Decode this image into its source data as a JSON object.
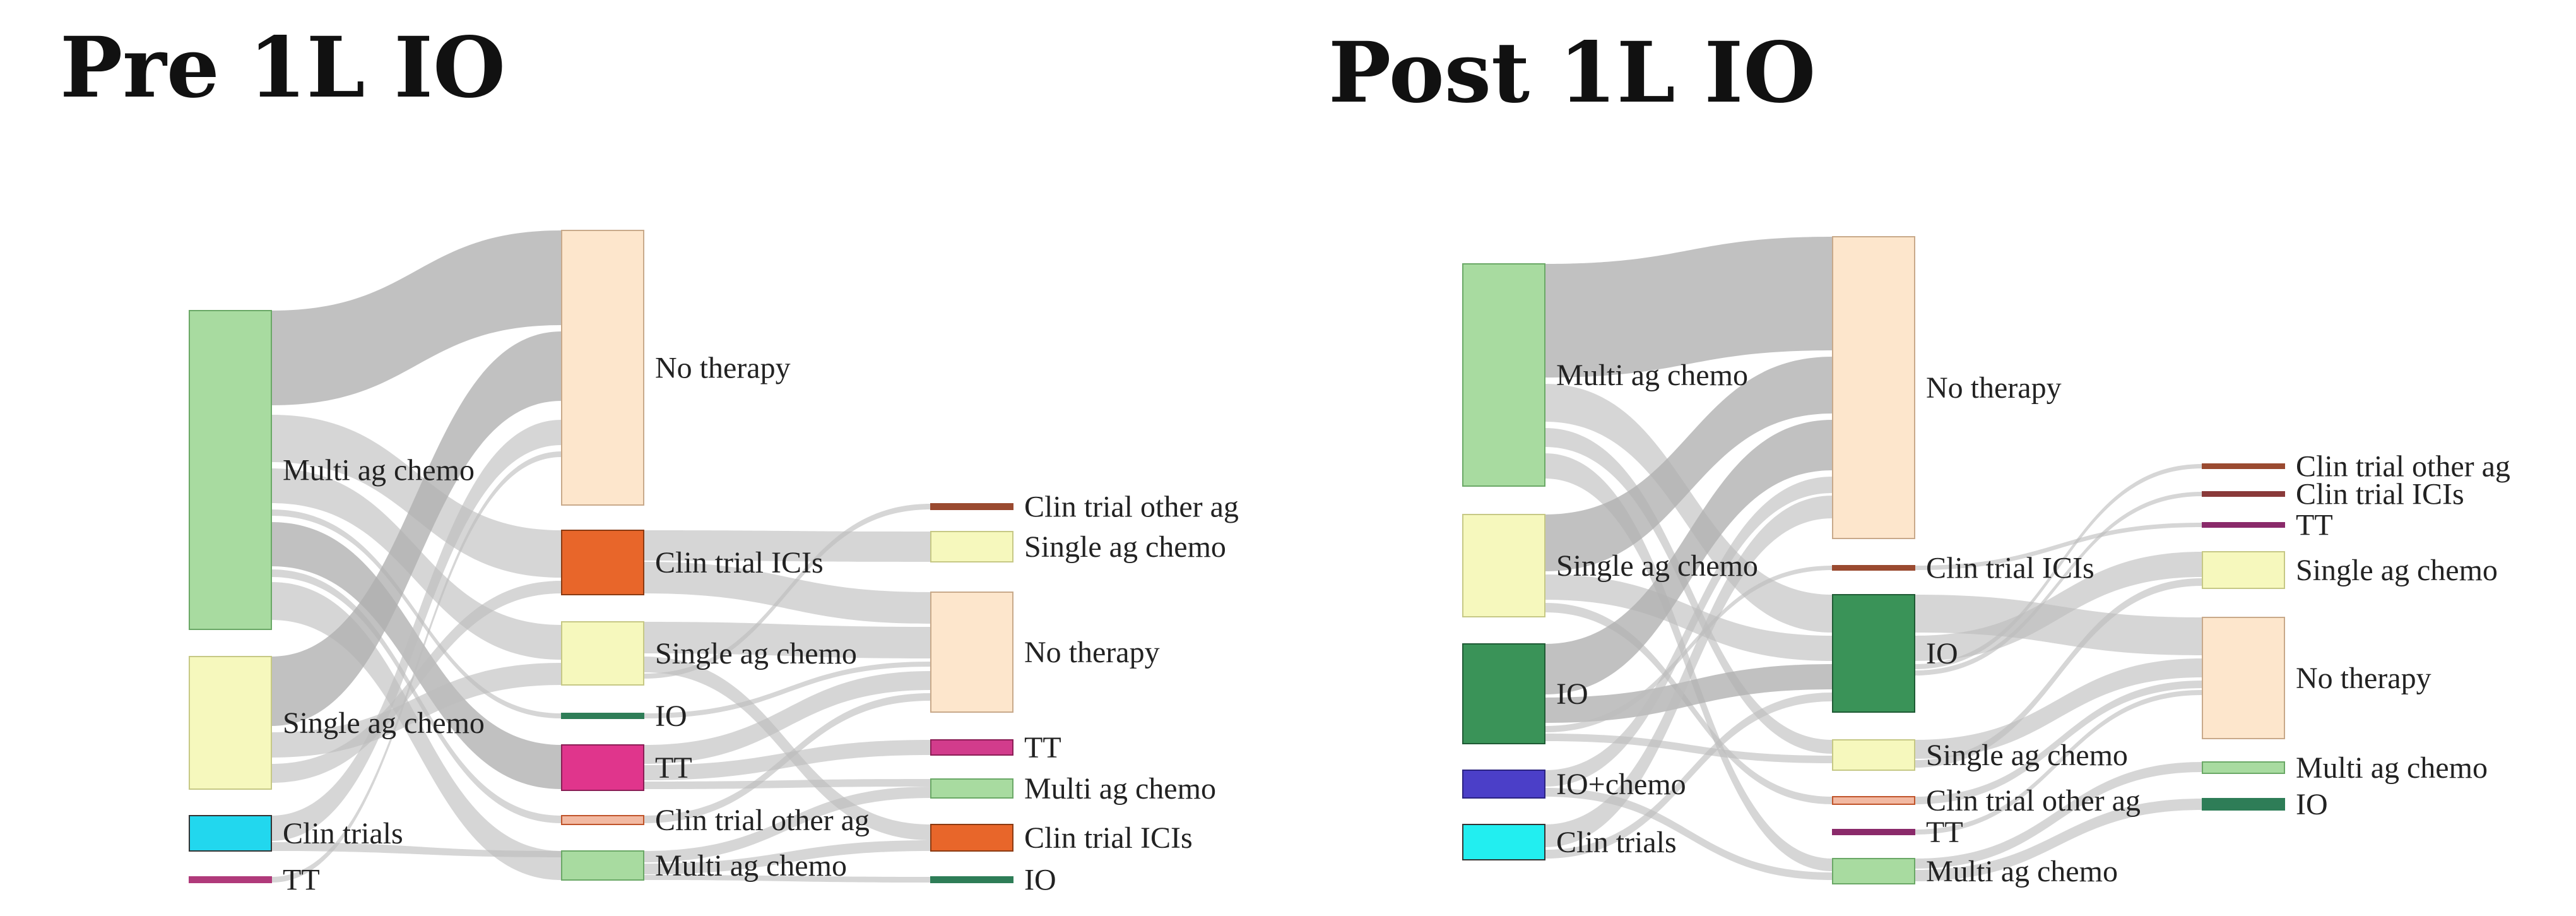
{
  "panels": {
    "left": {
      "title": "Pre 1L IO",
      "nodes": {
        "c1_multi": {
          "label": "Multi ag chemo",
          "color": "#a8dba0",
          "stroke": "#6aa866"
        },
        "c1_single": {
          "label": "Single ag chemo",
          "color": "#f6f8bd",
          "stroke": "#c6c885"
        },
        "c1_clin": {
          "label": "Clin trials",
          "color": "#22d7ee",
          "stroke": "#333333"
        },
        "c1_tt": {
          "label": "TT",
          "color": "#b03a7a",
          "stroke": "#b03a7a"
        },
        "c2_notx": {
          "label": "No therapy",
          "color": "#fde6cc",
          "stroke": "#c8a98a"
        },
        "c2_ici": {
          "label": "Clin trial ICIs",
          "color": "#e8662a",
          "stroke": "#8a3a12"
        },
        "c2_single": {
          "label": "Single ag chemo",
          "color": "#f6f8bd",
          "stroke": "#c6c885"
        },
        "c2_io": {
          "label": "IO",
          "color": "#2e7d57",
          "stroke": "#2e7d57"
        },
        "c2_tt": {
          "label": "TT",
          "color": "#e0358c",
          "stroke": "#8a1e55"
        },
        "c2_other": {
          "label": "Clin trial other ag",
          "color": "#f2b9a2",
          "stroke": "#c0542a"
        },
        "c2_multi": {
          "label": "Multi ag chemo",
          "color": "#a8dba0",
          "stroke": "#6aa866"
        },
        "c3_other": {
          "label": "Clin trial other ag",
          "color": "#9a4a30",
          "stroke": "#9a4a30"
        },
        "c3_single": {
          "label": "Single ag chemo",
          "color": "#f6f8bd",
          "stroke": "#c6c885"
        },
        "c3_notx": {
          "label": "No therapy",
          "color": "#fde6cc",
          "stroke": "#c8a98a"
        },
        "c3_tt": {
          "label": "TT",
          "color": "#d23c8c",
          "stroke": "#8a1e55"
        },
        "c3_multi": {
          "label": "Multi ag chemo",
          "color": "#a8dba0",
          "stroke": "#6aa866"
        },
        "c3_ici": {
          "label": "Clin trial ICIs",
          "color": "#e8662a",
          "stroke": "#8a3a12"
        },
        "c3_io": {
          "label": "IO",
          "color": "#2e7d57",
          "stroke": "#2e7d57"
        }
      }
    },
    "right": {
      "title": "Post 1L IO",
      "nodes": {
        "c1_multi": {
          "label": "Multi ag chemo",
          "color": "#a8dba0",
          "stroke": "#6aa866"
        },
        "c1_single": {
          "label": "Single ag chemo",
          "color": "#f6f8bd",
          "stroke": "#c6c885"
        },
        "c1_io": {
          "label": "IO",
          "color": "#3a9358",
          "stroke": "#1f5a34"
        },
        "c1_iochemo": {
          "label": "IO+chemo",
          "color": "#4b3fc8",
          "stroke": "#2a2280"
        },
        "c1_clin": {
          "label": "Clin trials",
          "color": "#22eef0",
          "stroke": "#333333"
        },
        "c2_notx": {
          "label": "No therapy",
          "color": "#fde6cc",
          "stroke": "#c8a98a"
        },
        "c2_ici": {
          "label": "Clin trial ICIs",
          "color": "#9a4a30",
          "stroke": "#9a4a30"
        },
        "c2_io": {
          "label": "IO",
          "color": "#3a9358",
          "stroke": "#1f5a34"
        },
        "c2_single": {
          "label": "Single ag chemo",
          "color": "#f6f8bd",
          "stroke": "#c6c885"
        },
        "c2_other": {
          "label": "Clin trial other ag",
          "color": "#f2b9a2",
          "stroke": "#c0542a"
        },
        "c2_tt": {
          "label": "TT",
          "color": "#8a2a6a",
          "stroke": "#8a2a6a"
        },
        "c2_multi": {
          "label": "Multi ag chemo",
          "color": "#a8dba0",
          "stroke": "#6aa866"
        },
        "c3_other": {
          "label": "Clin trial other ag",
          "color": "#9a4a30",
          "stroke": "#9a4a30"
        },
        "c3_ici": {
          "label": "Clin trial ICIs",
          "color": "#8a3a3a",
          "stroke": "#8a3a3a"
        },
        "c3_tt": {
          "label": "TT",
          "color": "#8a2a6a",
          "stroke": "#8a2a6a"
        },
        "c3_single": {
          "label": "Single ag chemo",
          "color": "#f6f8bd",
          "stroke": "#c6c885"
        },
        "c3_notx": {
          "label": "No therapy",
          "color": "#fde6cc",
          "stroke": "#c8a98a"
        },
        "c3_multi": {
          "label": "Multi ag chemo",
          "color": "#a8dba0",
          "stroke": "#6aa866"
        },
        "c3_io": {
          "label": "IO",
          "color": "#2e7d57",
          "stroke": "#2e7d57"
        }
      }
    }
  }
}
